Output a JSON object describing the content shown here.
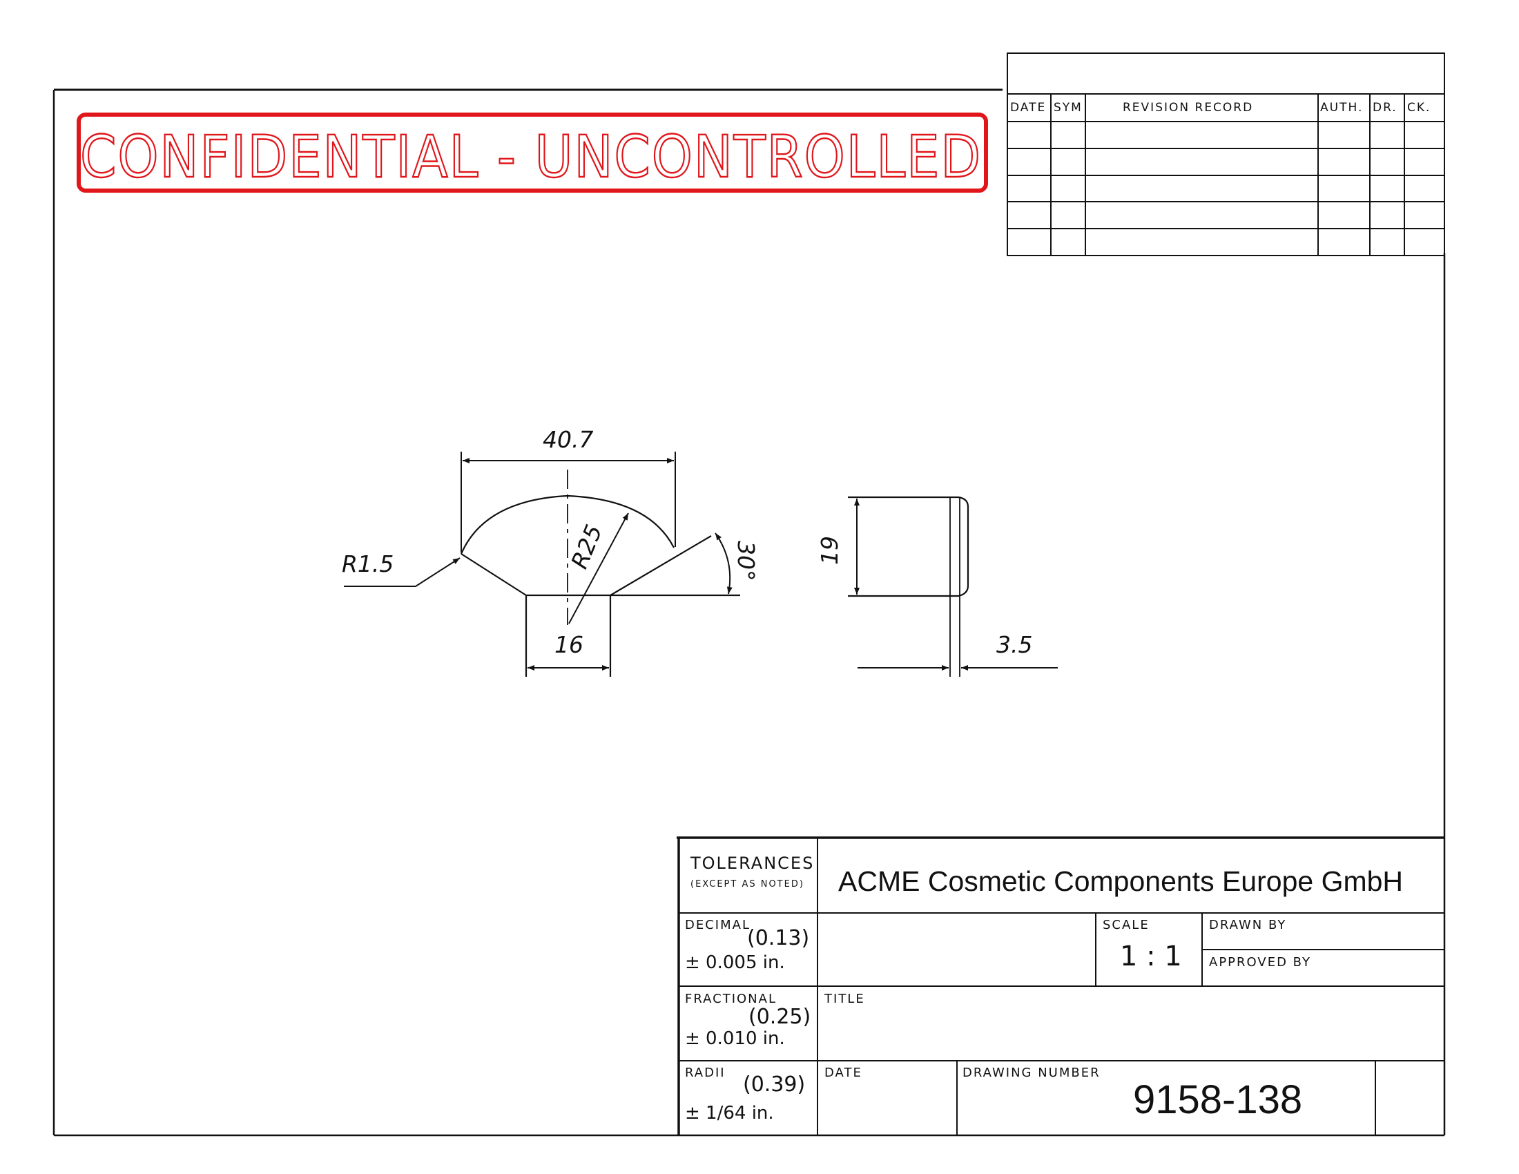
{
  "stamp": {
    "text": "CONFIDENTIAL - UNCONTROLLED",
    "color": "#e0161b"
  },
  "revision_table": {
    "headers": {
      "date": "DATE",
      "sym": "SYM",
      "record": "REVISION RECORD",
      "auth": "AUTH.",
      "dr": "DR.",
      "ck": "CK."
    },
    "rows": [
      [
        "",
        "",
        "",
        "",
        "",
        ""
      ],
      [
        "",
        "",
        "",
        "",
        "",
        ""
      ],
      [
        "",
        "",
        "",
        "",
        "",
        ""
      ],
      [
        "",
        "",
        "",
        "",
        "",
        ""
      ]
    ]
  },
  "dimensions": {
    "width_top": "40.7",
    "fillet": "R1.5",
    "radius": "R25",
    "angle": "30°",
    "base_width": "16",
    "height": "19",
    "thickness": "3.5"
  },
  "title_block": {
    "tolerances_title": "TOLERANCES",
    "tolerances_note": "(EXCEPT AS NOTED)",
    "company": "ACME Cosmetic Components Europe GmbH",
    "decimal_label": "DECIMAL",
    "decimal_mm": "(0.13)",
    "decimal_in": "± 0.005  in.",
    "fractional_label": "FRACTIONAL",
    "fractional_mm": "(0.25)",
    "fractional_in": "±  0.010  in.",
    "radii_label": "RADII",
    "radii_mm": "(0.39)",
    "radii_in": "± 1/64  in.",
    "scale_label": "SCALE",
    "scale_value": "1 : 1",
    "drawn_by_label": "DRAWN BY",
    "approved_by_label": "APPROVED BY",
    "title_label": "TITLE",
    "date_label": "DATE",
    "drawing_number_label": "DRAWING NUMBER",
    "drawing_number": "9158-138"
  }
}
